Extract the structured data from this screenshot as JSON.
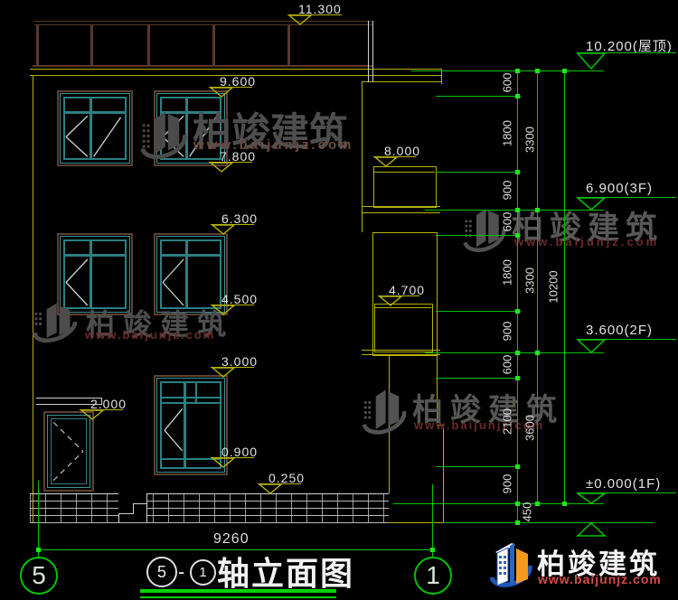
{
  "watermark": {
    "name": "柏竣建筑",
    "url": "www.baijunjz.com"
  },
  "footer_logo": {
    "name": "柏竣建筑",
    "url": "www.baijunjz.com"
  },
  "building_levels": [
    "11.300",
    "9.600",
    "7.800",
    "8.000",
    "6.300",
    "4.500",
    "4.700",
    "3.000",
    "2.000",
    "0.900",
    "0.250"
  ],
  "grid_levels": [
    "10.200(屋顶)",
    "6.900(3F)",
    "3.600(2F)",
    "±0.000(1F)"
  ],
  "dims_inner": [
    "600",
    "1800",
    "900",
    "600",
    "1800",
    "900",
    "600",
    "2100",
    "900",
    "450"
  ],
  "dims_mid": [
    "3300",
    "3300",
    "3600"
  ],
  "dims_outer": [
    "10200"
  ],
  "bottom_dim": "9260",
  "axis_bubbles": [
    "5",
    "1"
  ],
  "drawing_title": {
    "axis_start": "5",
    "separator": "-",
    "axis_end": "1",
    "name": "轴立面图"
  }
}
